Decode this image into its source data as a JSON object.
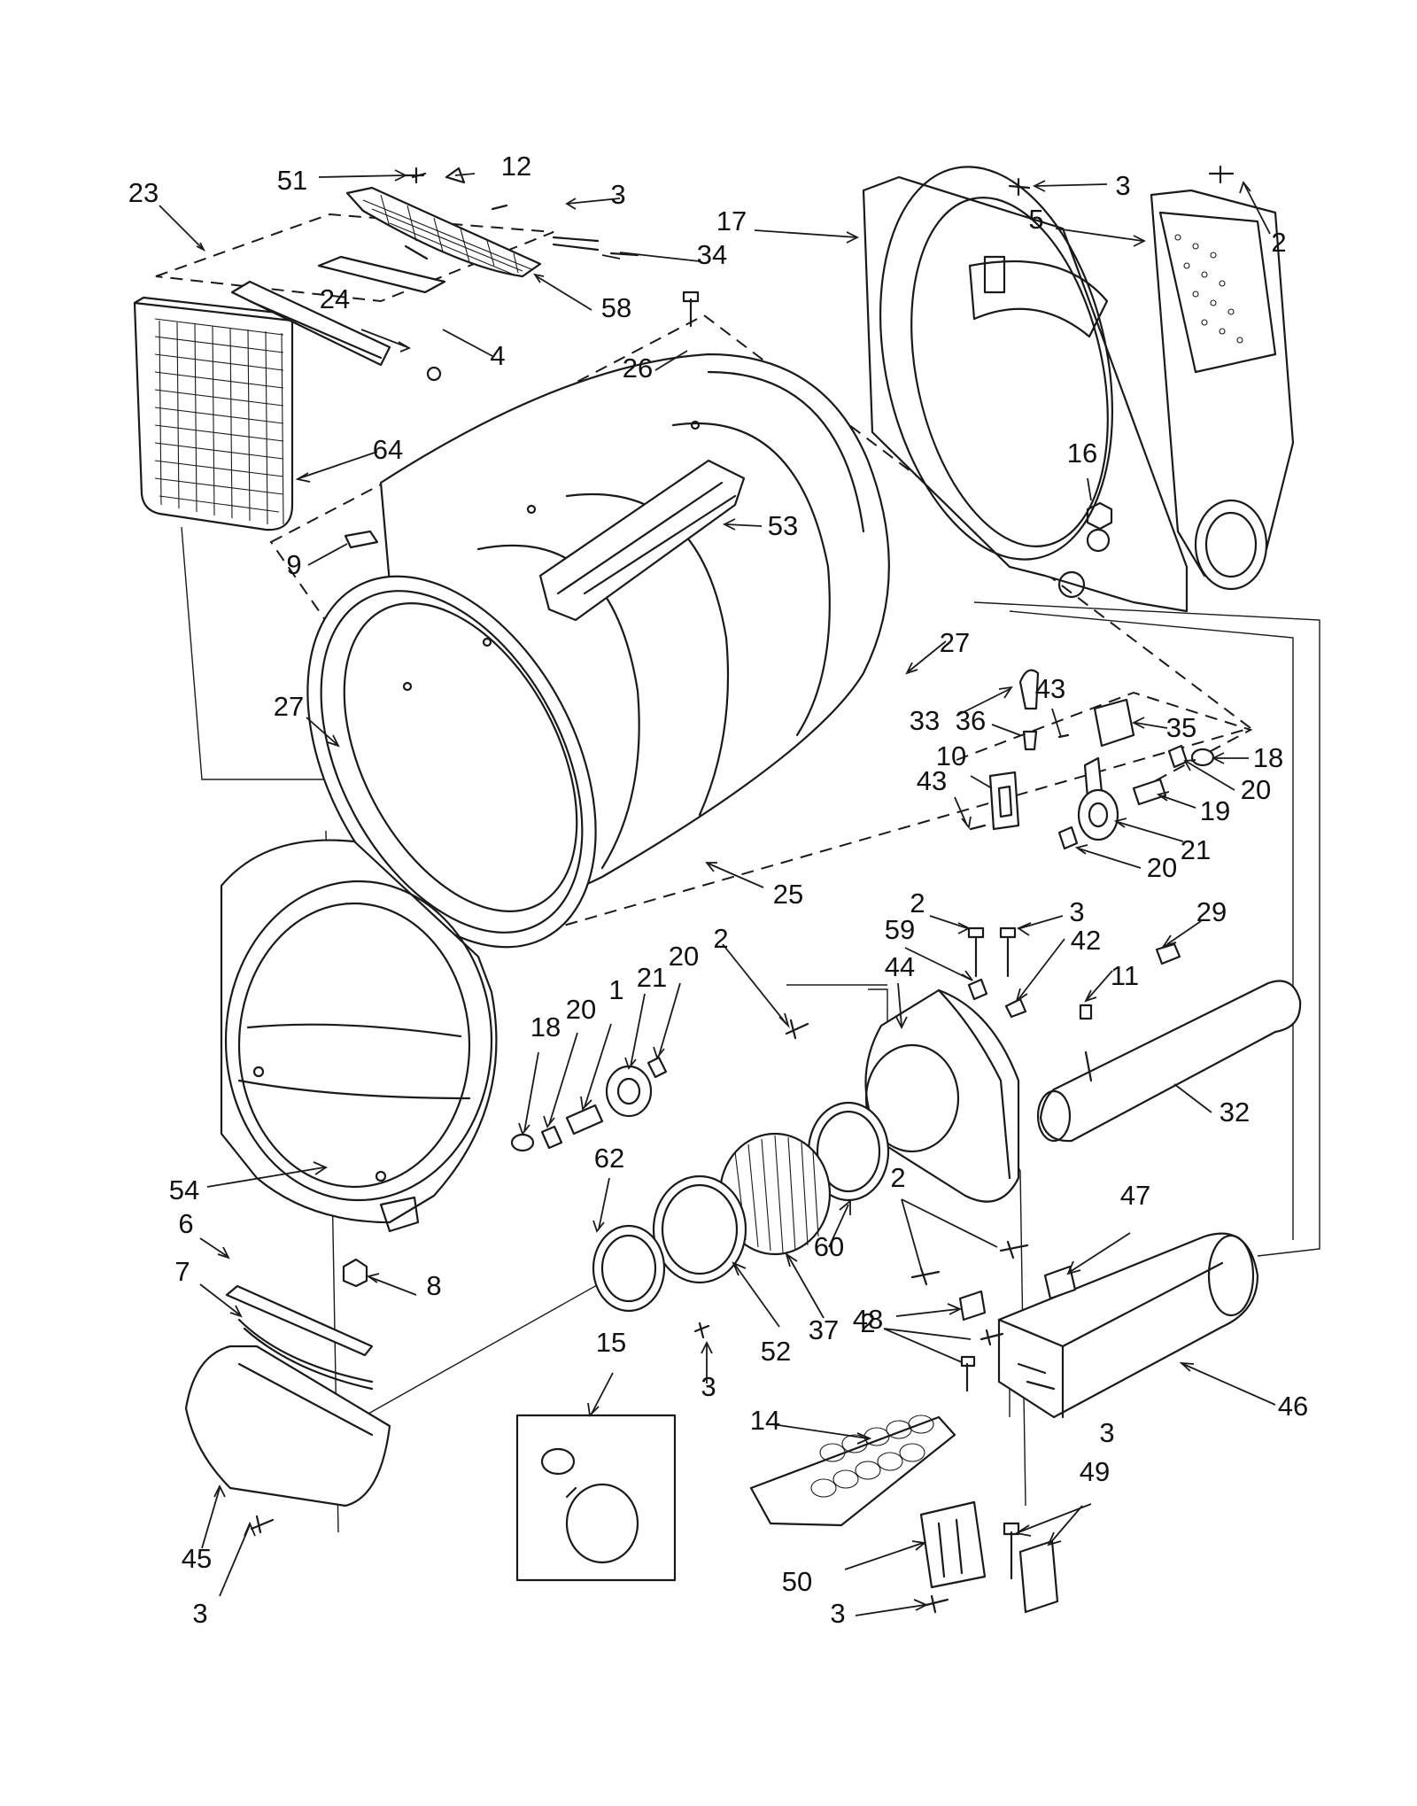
{
  "diagram": {
    "labels": [
      {
        "id": "l51",
        "text": "51"
      },
      {
        "id": "l12",
        "text": "12"
      },
      {
        "id": "l3a",
        "text": "3"
      },
      {
        "id": "l23",
        "text": "23"
      },
      {
        "id": "l24",
        "text": "24"
      },
      {
        "id": "l4",
        "text": "4"
      },
      {
        "id": "l58",
        "text": "58"
      },
      {
        "id": "l34",
        "text": "34"
      },
      {
        "id": "l26",
        "text": "26"
      },
      {
        "id": "l17",
        "text": "17"
      },
      {
        "id": "l3b",
        "text": "3"
      },
      {
        "id": "l5",
        "text": "5"
      },
      {
        "id": "l2a",
        "text": "2"
      },
      {
        "id": "l64",
        "text": "64"
      },
      {
        "id": "l9",
        "text": "9"
      },
      {
        "id": "l53",
        "text": "53"
      },
      {
        "id": "l16",
        "text": "16"
      },
      {
        "id": "l27a",
        "text": "27"
      },
      {
        "id": "l27b",
        "text": "27"
      },
      {
        "id": "l33",
        "text": "33"
      },
      {
        "id": "l36",
        "text": "36"
      },
      {
        "id": "l43a",
        "text": "43"
      },
      {
        "id": "l35",
        "text": "35"
      },
      {
        "id": "l18a",
        "text": "18"
      },
      {
        "id": "l10",
        "text": "10"
      },
      {
        "id": "l20a",
        "text": "20"
      },
      {
        "id": "l43b",
        "text": "43"
      },
      {
        "id": "l19",
        "text": "19"
      },
      {
        "id": "l21a",
        "text": "21"
      },
      {
        "id": "l20b",
        "text": "20"
      },
      {
        "id": "l25",
        "text": "25"
      },
      {
        "id": "l2b",
        "text": "2"
      },
      {
        "id": "l3c",
        "text": "3"
      },
      {
        "id": "l29",
        "text": "29"
      },
      {
        "id": "l59",
        "text": "59"
      },
      {
        "id": "l42",
        "text": "42"
      },
      {
        "id": "l44",
        "text": "44"
      },
      {
        "id": "l11",
        "text": "11"
      },
      {
        "id": "l2c",
        "text": "2"
      },
      {
        "id": "l1",
        "text": "1"
      },
      {
        "id": "l21b",
        "text": "21"
      },
      {
        "id": "l20c",
        "text": "20"
      },
      {
        "id": "l20d",
        "text": "20"
      },
      {
        "id": "l18b",
        "text": "18"
      },
      {
        "id": "l32",
        "text": "32"
      },
      {
        "id": "l54",
        "text": "54"
      },
      {
        "id": "l62",
        "text": "62"
      },
      {
        "id": "l2d",
        "text": "2"
      },
      {
        "id": "l47",
        "text": "47"
      },
      {
        "id": "l6",
        "text": "6"
      },
      {
        "id": "l60",
        "text": "60"
      },
      {
        "id": "l7",
        "text": "7"
      },
      {
        "id": "l8",
        "text": "8"
      },
      {
        "id": "l48",
        "text": "48"
      },
      {
        "id": "l52",
        "text": "52"
      },
      {
        "id": "l37",
        "text": "37"
      },
      {
        "id": "l2e",
        "text": "2"
      },
      {
        "id": "l15",
        "text": "15"
      },
      {
        "id": "l3d",
        "text": "3"
      },
      {
        "id": "l46",
        "text": "46"
      },
      {
        "id": "l14",
        "text": "14"
      },
      {
        "id": "l3e",
        "text": "3"
      },
      {
        "id": "l49",
        "text": "49"
      },
      {
        "id": "l45",
        "text": "45"
      },
      {
        "id": "l50",
        "text": "50"
      },
      {
        "id": "l3f",
        "text": "3"
      },
      {
        "id": "l3g",
        "text": "3"
      }
    ]
  }
}
